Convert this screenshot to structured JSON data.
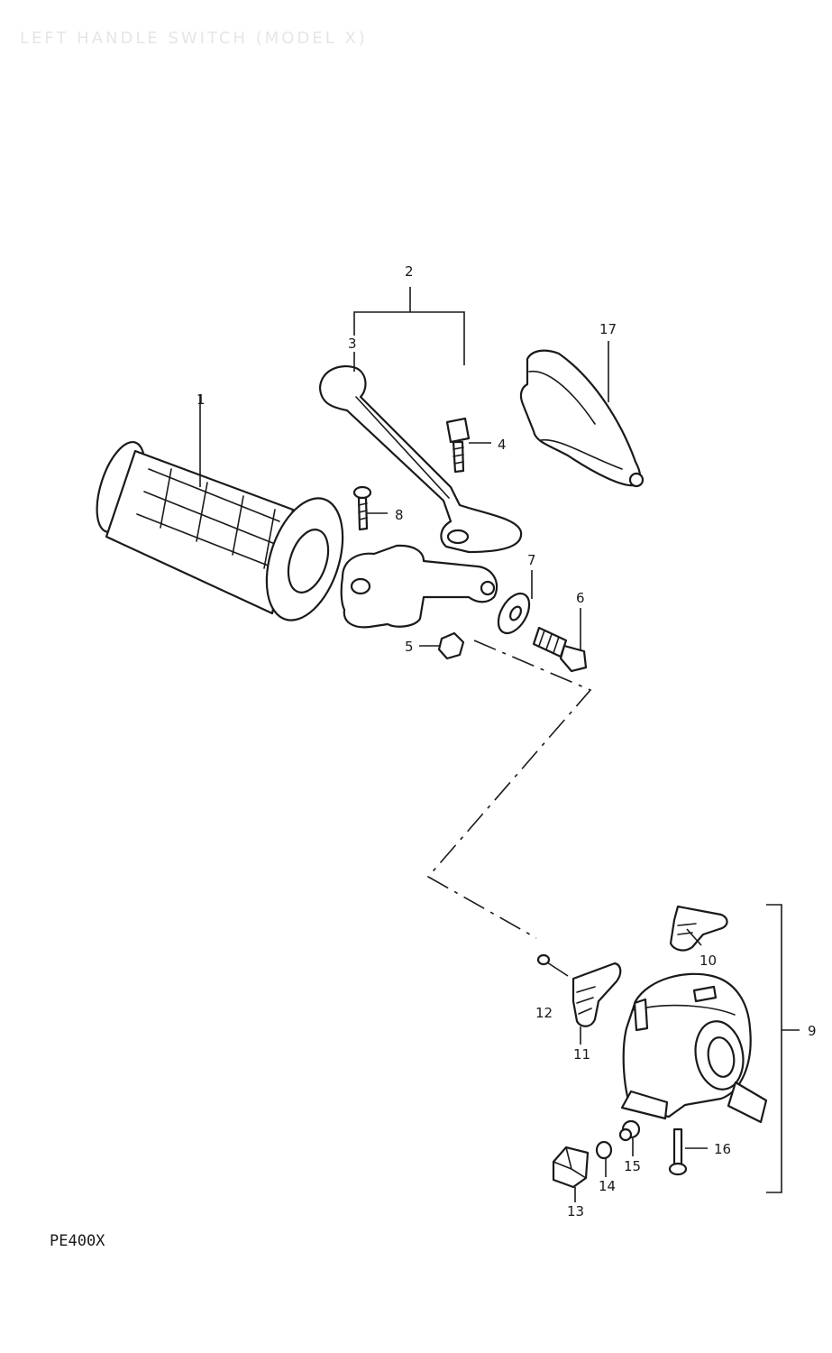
{
  "header": {
    "faint_title": "LEFT HANDLE SWITCH (MODEL X)"
  },
  "model_code": "PE400X",
  "callouts": {
    "c1": "1",
    "c2": "2",
    "c3": "3",
    "c4": "4",
    "c5": "5",
    "c6": "6",
    "c7": "7",
    "c8": "8",
    "c9": "9",
    "c10": "10",
    "c11": "11",
    "c12": "12",
    "c13": "13",
    "c14": "14",
    "c15": "15",
    "c16": "16",
    "c17": "17"
  }
}
